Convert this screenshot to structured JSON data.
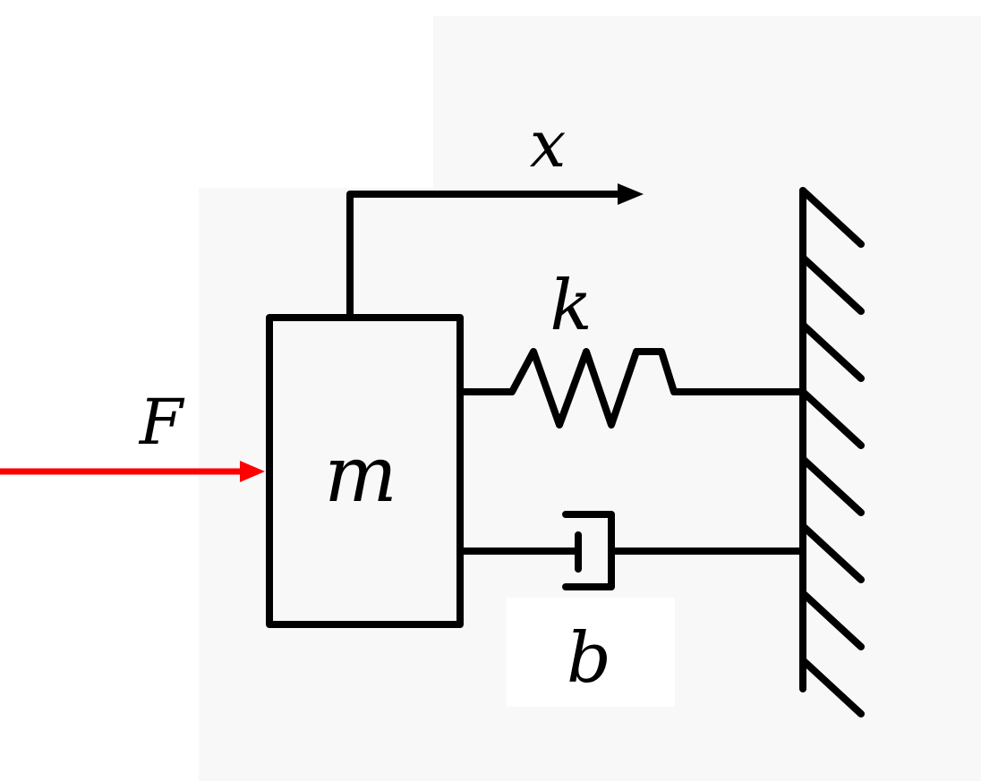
{
  "labels": {
    "displacement": "x",
    "spring": "k",
    "force": "F",
    "mass": "m",
    "damper": "b"
  },
  "colors": {
    "line": "#000000",
    "force_arrow": "#ff0000",
    "background_panel": "#f8f8f8",
    "white_patch": "#ffffff"
  }
}
